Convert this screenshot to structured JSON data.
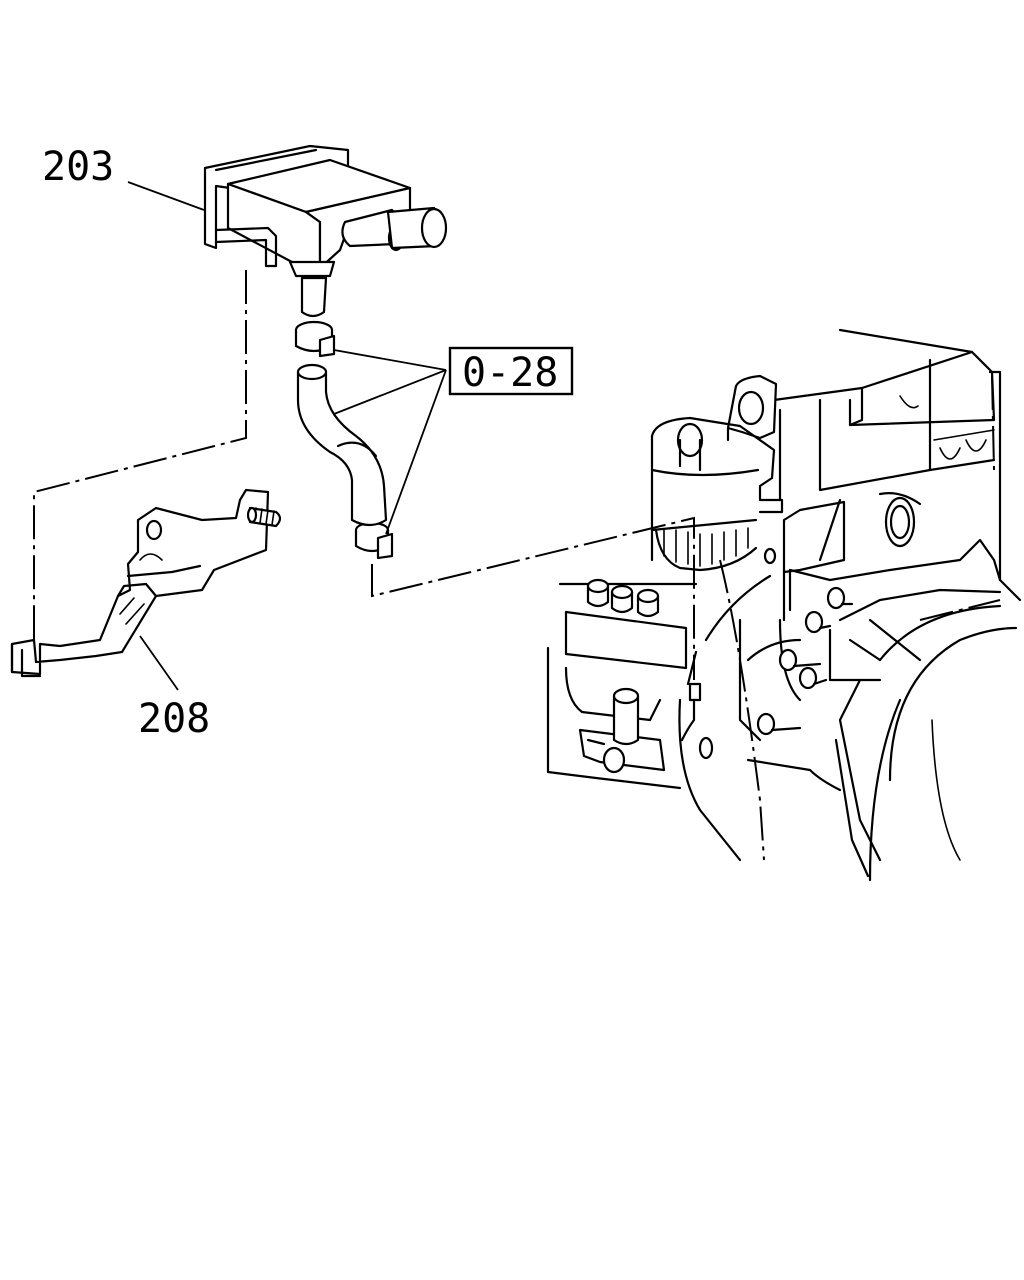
{
  "callouts": {
    "part_203": "203",
    "part_208": "208",
    "ref_028": "0-28"
  }
}
